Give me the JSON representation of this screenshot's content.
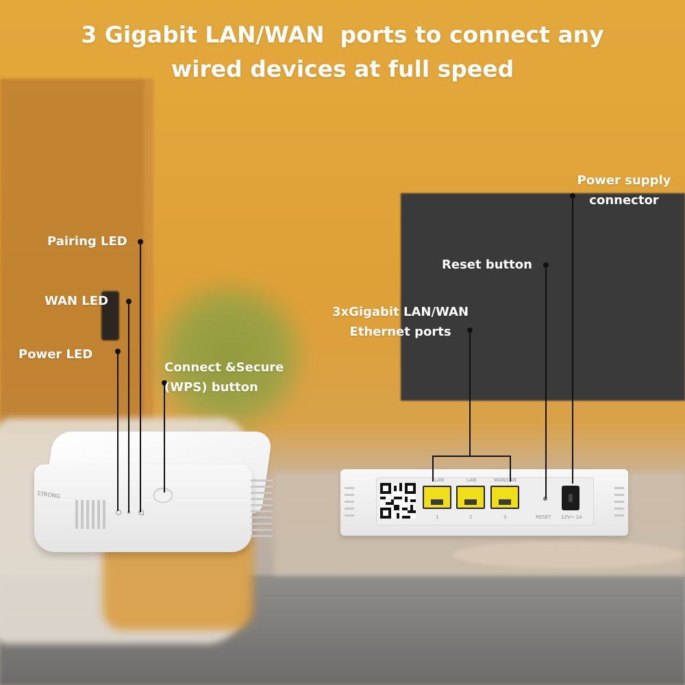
{
  "headline": "3 Gigabit LAN/WAN  ports to connect any\nwired devices at full speed",
  "labels": {
    "pairing_led": "Pairing LED",
    "wan_led": "WAN LED",
    "power_led": "Power LED",
    "wps_button": "Connect &Secure\n(WPS) button",
    "ethernet_ports": "3xGigabit LAN/WAN\nEthernet ports",
    "reset_button": "Reset button",
    "power_connector": "Power supply\nconnector"
  },
  "device": {
    "brand": "STRONG",
    "port_tags": [
      "LAN",
      "LAN",
      "WAN/LAN"
    ],
    "port_numbers": [
      "1",
      "2",
      "3"
    ],
    "reset_tag": "RESET",
    "power_tag": "12V⎓ 1A"
  },
  "colors": {
    "wall": "#e3a83c",
    "port_yellow": "#f0de1a",
    "device_white": "#f4f4f4",
    "tv": "#3a3a3a",
    "leader_line": "#111111",
    "label_text": "#ffffff"
  }
}
